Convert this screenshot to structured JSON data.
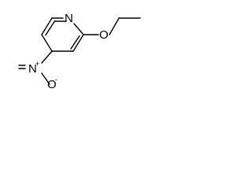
{
  "molecule": {
    "atoms": {
      "ring_nitrogen": "N",
      "ether_oxygen": "O",
      "nitro_nitrogen": "N",
      "nitro_nitrogen_charge": "+",
      "nitro_oxygen": "O",
      "nitro_oxygen_charge": "-"
    }
  }
}
